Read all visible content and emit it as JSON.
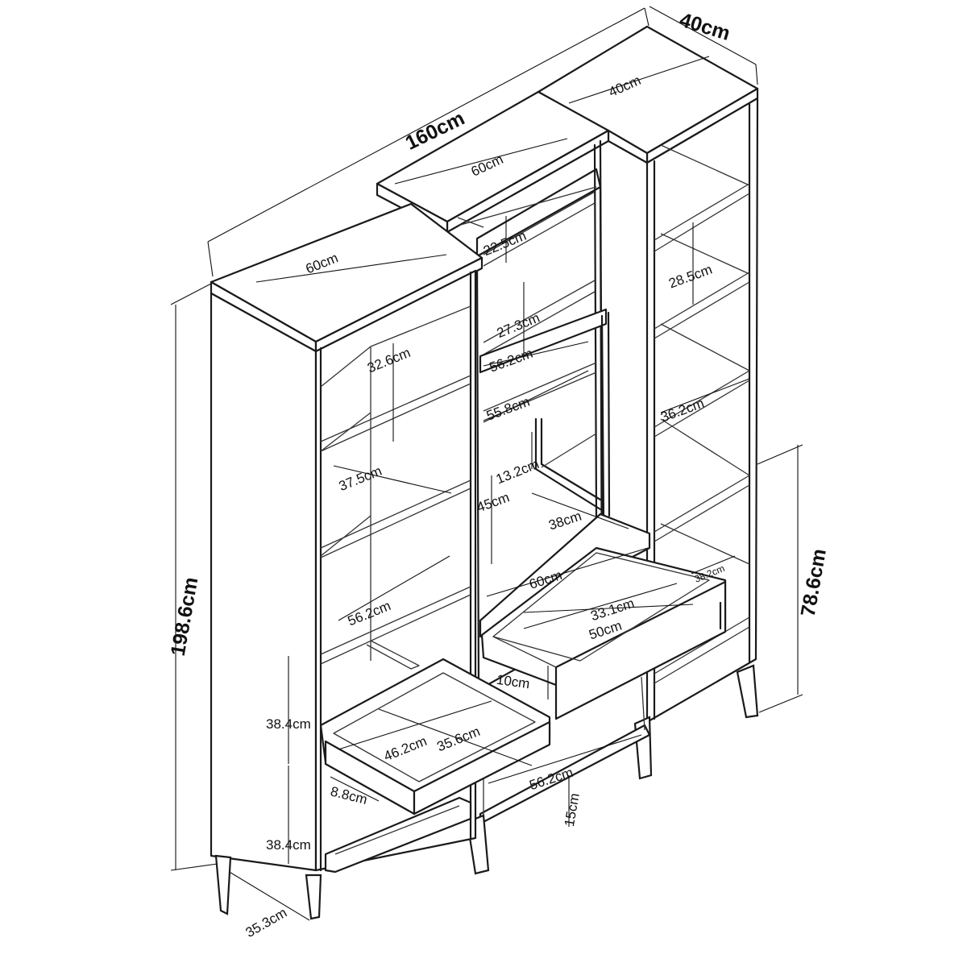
{
  "dimensions": {
    "total_width": "160cm",
    "total_depth": "40cm",
    "total_height": "198.6cm",
    "side_unit_height": "78.6cm",
    "right_top_width": "40cm",
    "middle_top_width": "60cm",
    "left_top_width": "60cm",
    "left_shelf_1": "32.6cm",
    "left_shelf_2": "37.5cm",
    "left_shelf_width": "56.2cm",
    "left_drawer_upper": "38.4cm",
    "left_drawer_lower": "38.4cm",
    "left_drawer_width": "46.2cm",
    "left_drawer_depth": "35.6cm",
    "left_drawer_height": "8.8cm",
    "leg_depth": "35.3cm",
    "middle_shelf_1": "22.5cm",
    "middle_shelf_2": "27.3cm",
    "middle_shelf_width": "56.2cm",
    "middle_inner_width": "55.8cm",
    "middle_small_gap": "13.2cm",
    "middle_open_height": "45cm",
    "middle_inner_depth": "38cm",
    "middle_desk_width": "60cm",
    "middle_drawer_depth": "33.1cm",
    "middle_drawer_width": "50cm",
    "middle_drawer_height": "10cm",
    "middle_bottom_width": "56.2cm",
    "middle_leg_height": "15cm",
    "right_shelf_1": "28.5cm",
    "right_shelf_2": "36.2cm",
    "right_shelf_depth": "38.2cm"
  }
}
